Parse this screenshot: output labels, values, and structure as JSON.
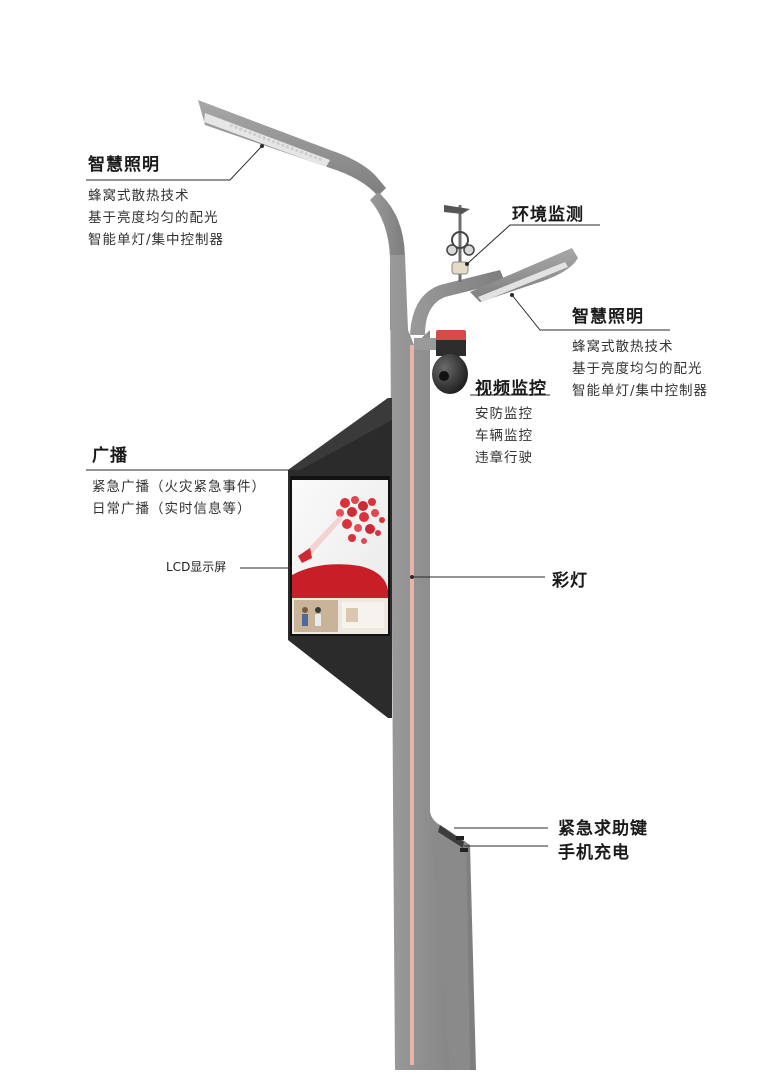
{
  "callouts": {
    "lighting_top": {
      "title": "智慧照明",
      "features": [
        "蜂窝式散热技术",
        "基于亮度均匀的配光",
        "智能单灯/集中控制器"
      ]
    },
    "environment": {
      "title": "环境监测"
    },
    "lighting_right": {
      "title": "智慧照明",
      "features": [
        "蜂窝式散热技术",
        "基于亮度均匀的配光",
        "智能单灯/集中控制器"
      ]
    },
    "video": {
      "title": "视频监控",
      "features": [
        "安防监控",
        "车辆监控",
        "违章行驶"
      ]
    },
    "broadcast": {
      "title": "广播",
      "features": [
        "紧急广播（火灾紧急事件）",
        "日常广播（实时信息等）"
      ]
    },
    "lcd": {
      "title": "LCD显示屏"
    },
    "color_light": {
      "title": "彩灯"
    },
    "emergency": {
      "title": "紧急求助键"
    },
    "charging": {
      "title": "手机充电"
    }
  },
  "colors": {
    "pole": "#8f8f8f",
    "pole_shadow": "#7a7a7a",
    "led_strip": "#e8b4a8",
    "screen_housing": "#2b2b2b",
    "camera_dome": "#3a3a3a",
    "camera_cap": "#d94b4b"
  }
}
